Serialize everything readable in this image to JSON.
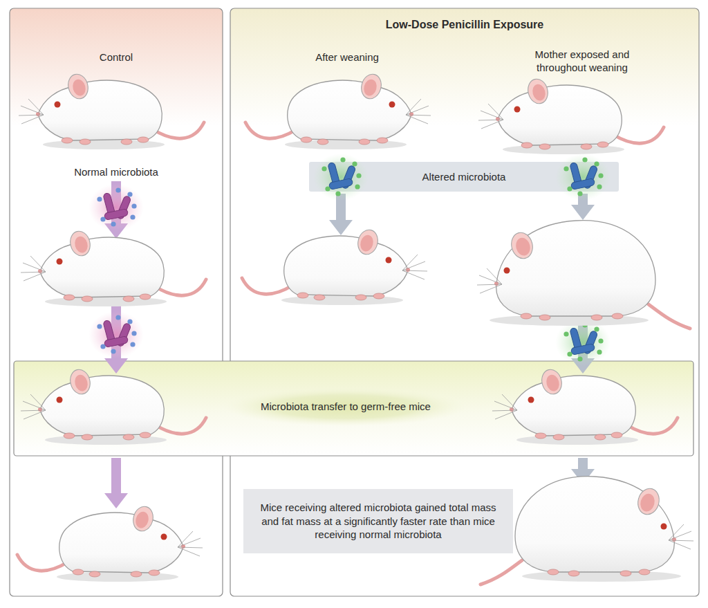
{
  "diagram": {
    "nodes": [
      {
        "text": [
          "Control"
        ]
      },
      {
        "text": [
          "Low-Dose Penicillin Exposure"
        ]
      },
      {
        "text": [
          "Altered microbiota"
        ],
        "in": 1
      },
      {
        "text": [
          "Microbiota transfer to germ-free mice"
        ]
      },
      {
        "text": [
          "Mice receiving altered microbiota gained total mass and fat mass at a significantly faster rate than mice receiving normal microbiota"
        ],
        "in": 1
      }
    ],
    "labels": [
      "Normal microbiota",
      "After weaning",
      "Mother exposed and throughout weaning"
    ]
  }
}
